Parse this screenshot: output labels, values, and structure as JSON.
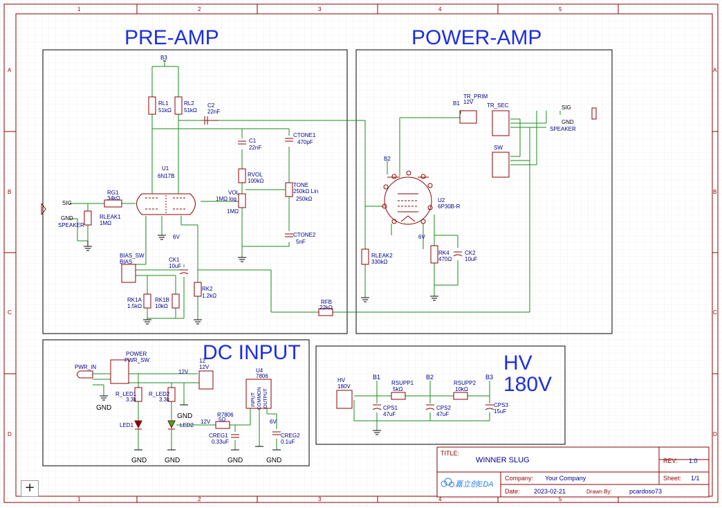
{
  "sections": {
    "preamp": "PRE-AMP",
    "poweramp": "POWER-AMP",
    "dcinput": "DC INPUT",
    "hv_line1": "HV",
    "hv_line2": "180V"
  },
  "frame": {
    "columns": [
      "1",
      "2",
      "3",
      "4",
      "5"
    ],
    "rows": [
      "A",
      "B",
      "C",
      "D"
    ]
  },
  "net_labels": {
    "b3": "B3",
    "b2": "B2",
    "b1": "B1",
    "b3_hv": "B3",
    "b2_hv": "B2",
    "b1_hv": "B1",
    "b1_pa": "B1",
    "v12_a": "12V",
    "v12_b": "12V",
    "v6_a": "6V",
    "v6_b": "6V",
    "v6_c": "6V",
    "gnd1": "GND",
    "gnd2": "GND",
    "gnd3": "GND",
    "gnd4": "GND",
    "gnd5": "GND",
    "gnd6": "GND"
  },
  "components": {
    "rl1": [
      "RL1",
      "51kΩ"
    ],
    "rl2": [
      "RL2",
      "51kΩ"
    ],
    "c2": [
      "C2",
      "22nF"
    ],
    "c1": [
      "C1",
      "22nF"
    ],
    "ctone1": [
      "CTONE1",
      "470pF"
    ],
    "ctone2": [
      "CTONE2",
      "5nF"
    ],
    "rvol": [
      "RVOL",
      "100kΩ"
    ],
    "vol": [
      "VOL",
      "1MΩ log",
      "1MΩ"
    ],
    "tone": [
      "TONE",
      "250kΩ Lin",
      "250kΩ"
    ],
    "u1": [
      "U1",
      "6N17B"
    ],
    "rg1": [
      "RG1",
      "34kΩ"
    ],
    "rleak1": [
      "RLEAK1",
      "1MΩ"
    ],
    "speaker_in": [
      "SIG",
      "GND",
      "SPEAKER"
    ],
    "bias_sw": [
      "BIAS_SW",
      "BIAS"
    ],
    "ck1": [
      "CK1",
      "10uF"
    ],
    "rk1a": [
      "RK1A",
      "1.5kΩ"
    ],
    "rk1b": [
      "RK1B",
      "10kΩ"
    ],
    "rk2": [
      "RK2",
      "1.2kΩ"
    ],
    "rfb": [
      "RFB",
      "22kΩ"
    ],
    "tr_prim": [
      "TR_PRIM",
      "12V"
    ],
    "tr_sec": [
      "TR_SEC"
    ],
    "speaker_out": [
      "SIG",
      "GND",
      "SPEAKER"
    ],
    "sw": [
      "SW"
    ],
    "u2": [
      "U2",
      "6P30B-R"
    ],
    "rleak2": [
      "RLEAK2",
      "330kΩ"
    ],
    "rk4": [
      "RK4",
      "470Ω"
    ],
    "ck2": [
      "CK2",
      "10uF"
    ],
    "pwr_in": [
      "PWR_IN"
    ],
    "power": [
      "POWER",
      "PWR_SW"
    ],
    "r_led1": [
      "R_LED1",
      "3.3k"
    ],
    "r_led2": [
      "R_LED2",
      "3.3k"
    ],
    "led1": [
      "LED1"
    ],
    "led2": [
      "LED2"
    ],
    "j12": [
      "12",
      "12V"
    ],
    "r7806": [
      "R7806",
      "5Ω"
    ],
    "u4": [
      "U4",
      "7806"
    ],
    "u4_pins": [
      "INPUT",
      "COMMON",
      "OUTPUT"
    ],
    "creg1": [
      "CREG1",
      "0.33uF"
    ],
    "creg2": [
      "CREG2",
      "0.1uF"
    ],
    "hv": [
      "HV",
      "180V"
    ],
    "rsupp1": [
      "RSUPP1",
      "5kΩ"
    ],
    "rsupp2": [
      "RSUPP2",
      "10kΩ"
    ],
    "cps1": [
      "CPS1",
      "47uF"
    ],
    "cps2": [
      "CPS2",
      "47uF"
    ],
    "cps3": [
      "CPS3",
      "15uF"
    ]
  },
  "title_block": {
    "title_label": "TITLE:",
    "title": "WINNER SLUG",
    "rev_label": "REV:",
    "rev": "1.0",
    "company_label": "Company:",
    "company": "Your Company",
    "sheet_label": "Sheet:",
    "sheet": "1/1",
    "date_label": "Date:",
    "date": "2023-02-21",
    "drawn_label": "Drawn By:",
    "drawn_by": "pcardoso73",
    "logo_text": "嘉立创EDA"
  },
  "controls": {
    "zoom_in": "+"
  },
  "colors": {
    "wire": "#1a8a1a",
    "part": "#8b0000",
    "label": "#00008b",
    "title": "#1d2fe0",
    "frame": "#8b0000"
  }
}
